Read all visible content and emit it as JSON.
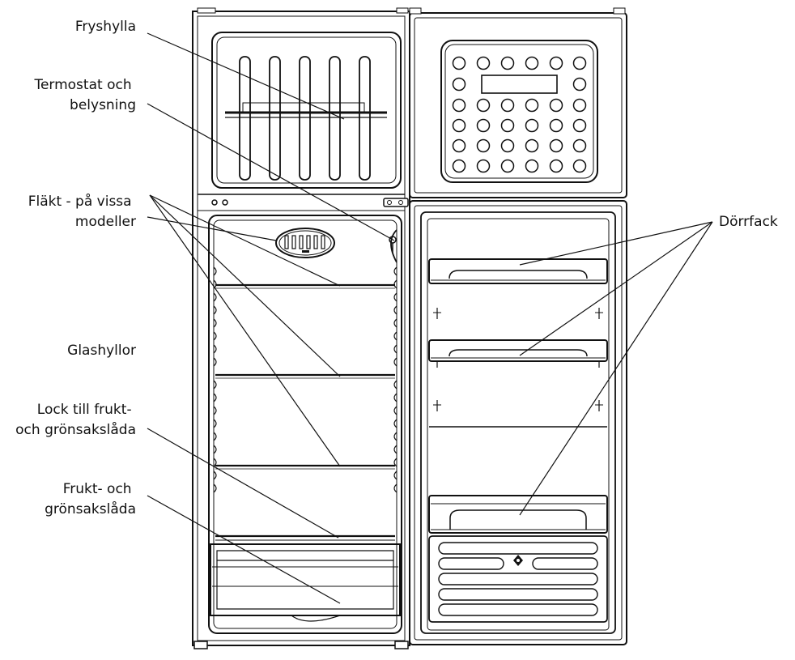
{
  "labels": {
    "fryshylla": "Fryshylla",
    "termostat": [
      "Termostat och",
      "belysning"
    ],
    "flakt": [
      "Fläkt - på vissa",
      "modeller"
    ],
    "glashyllor": "Glashyllor",
    "lock": [
      "Lock till frukt-",
      "och grönsakslåda"
    ],
    "frukt": [
      "Frukt- och",
      "grönsakslåda"
    ],
    "dorrfack": "Dörrfack"
  },
  "colors": {
    "line": "#111111",
    "background": "#ffffff"
  },
  "icons": {
    "thermostat": "thermostat-knob-icon",
    "fan": "fan-grille-icon",
    "vent": "vent-snowflake-icon"
  }
}
